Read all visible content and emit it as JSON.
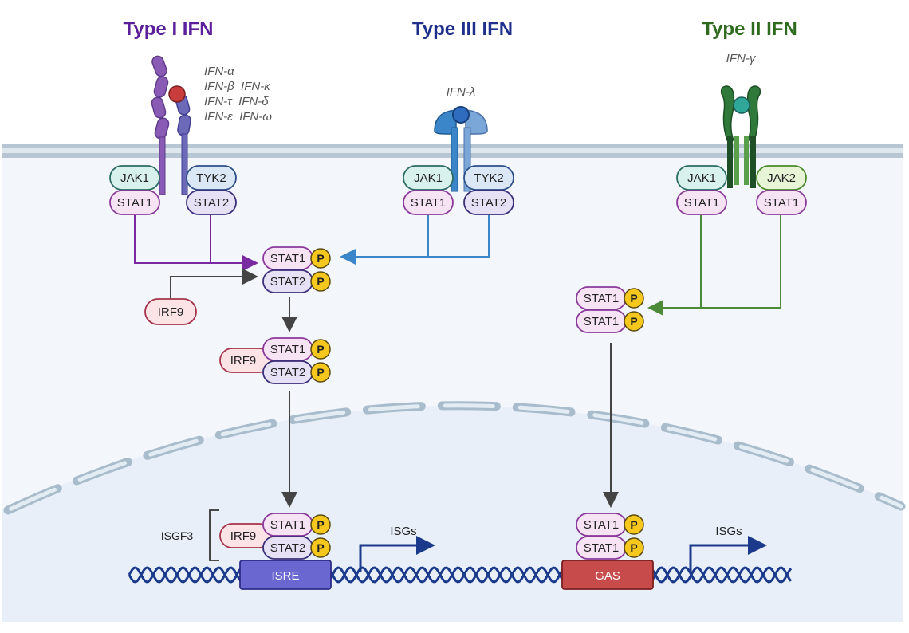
{
  "headers": {
    "type1": "Type I IFN",
    "type3": "Type III IFN",
    "type2": "Type II IFN"
  },
  "ligands": {
    "type1": [
      "IFN-α",
      "IFN-β  IFN-κ",
      "IFN-τ  IFN-δ",
      "IFN-ε  IFN-ω"
    ],
    "type3": "IFN-λ",
    "type2": "IFN-γ"
  },
  "proteins": {
    "jak1": "JAK1",
    "jak2": "JAK2",
    "tyk2": "TYK2",
    "stat1": "STAT1",
    "stat2": "STAT2",
    "irf9": "IRF9",
    "phospho": "P"
  },
  "labels": {
    "isgf3": "ISGF3",
    "isgs": "ISGs",
    "isre": "ISRE",
    "gas": "GAS"
  },
  "colors": {
    "type1": "#5b1f9c",
    "type3": "#1f2f8c",
    "type2": "#2e6b1f",
    "type1_arrow": "#7a2aa0",
    "type3_arrow": "#3a86c8",
    "type2_arrow": "#4c8a3a",
    "membrane": "#b7c6d2",
    "cytoplasm": "#f3f6fb",
    "nucleus": "#e8eff8",
    "dna": "#1c3a8c",
    "isre_box": "#6a68d0",
    "gas_box": "#c84b4b",
    "phospho": "#f6c81e"
  }
}
